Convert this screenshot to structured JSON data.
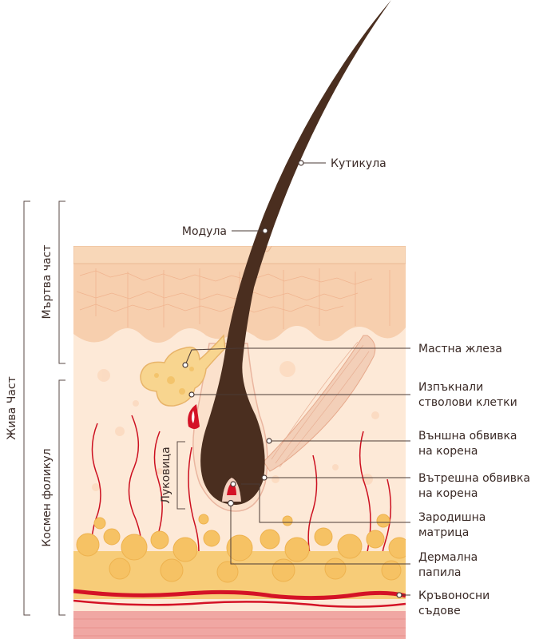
{
  "labels": {
    "cuticle": "Кутикула",
    "medulla": "Модула",
    "sebaceous": "Мастна жлеза",
    "stem_cells_1": "Изпъкнали",
    "stem_cells_2": "стволови клетки",
    "outer_root_1": "Външна обвивка",
    "outer_root_2": "на корена",
    "inner_root_1": "Вътрешна обвивка",
    "inner_root_2": "на корена",
    "matrix_1": "Зародишна",
    "matrix_2": "матрица",
    "papilla_1": "Дермална",
    "papilla_2": "папила",
    "vessels_1": "Кръвоносни",
    "vessels_2": "съдове",
    "dead_part": "Мъртва част",
    "living_part": "Жива Част",
    "follicle": "Космен фоликул",
    "bulb": "Луковица"
  },
  "colors": {
    "epidermis": "#f5c9a6",
    "dermis": "#fde7d3",
    "fat": "#f6c66e",
    "hair": "#4a2e1f",
    "blood": "#d41226",
    "muscle": "#f3cdb5"
  }
}
